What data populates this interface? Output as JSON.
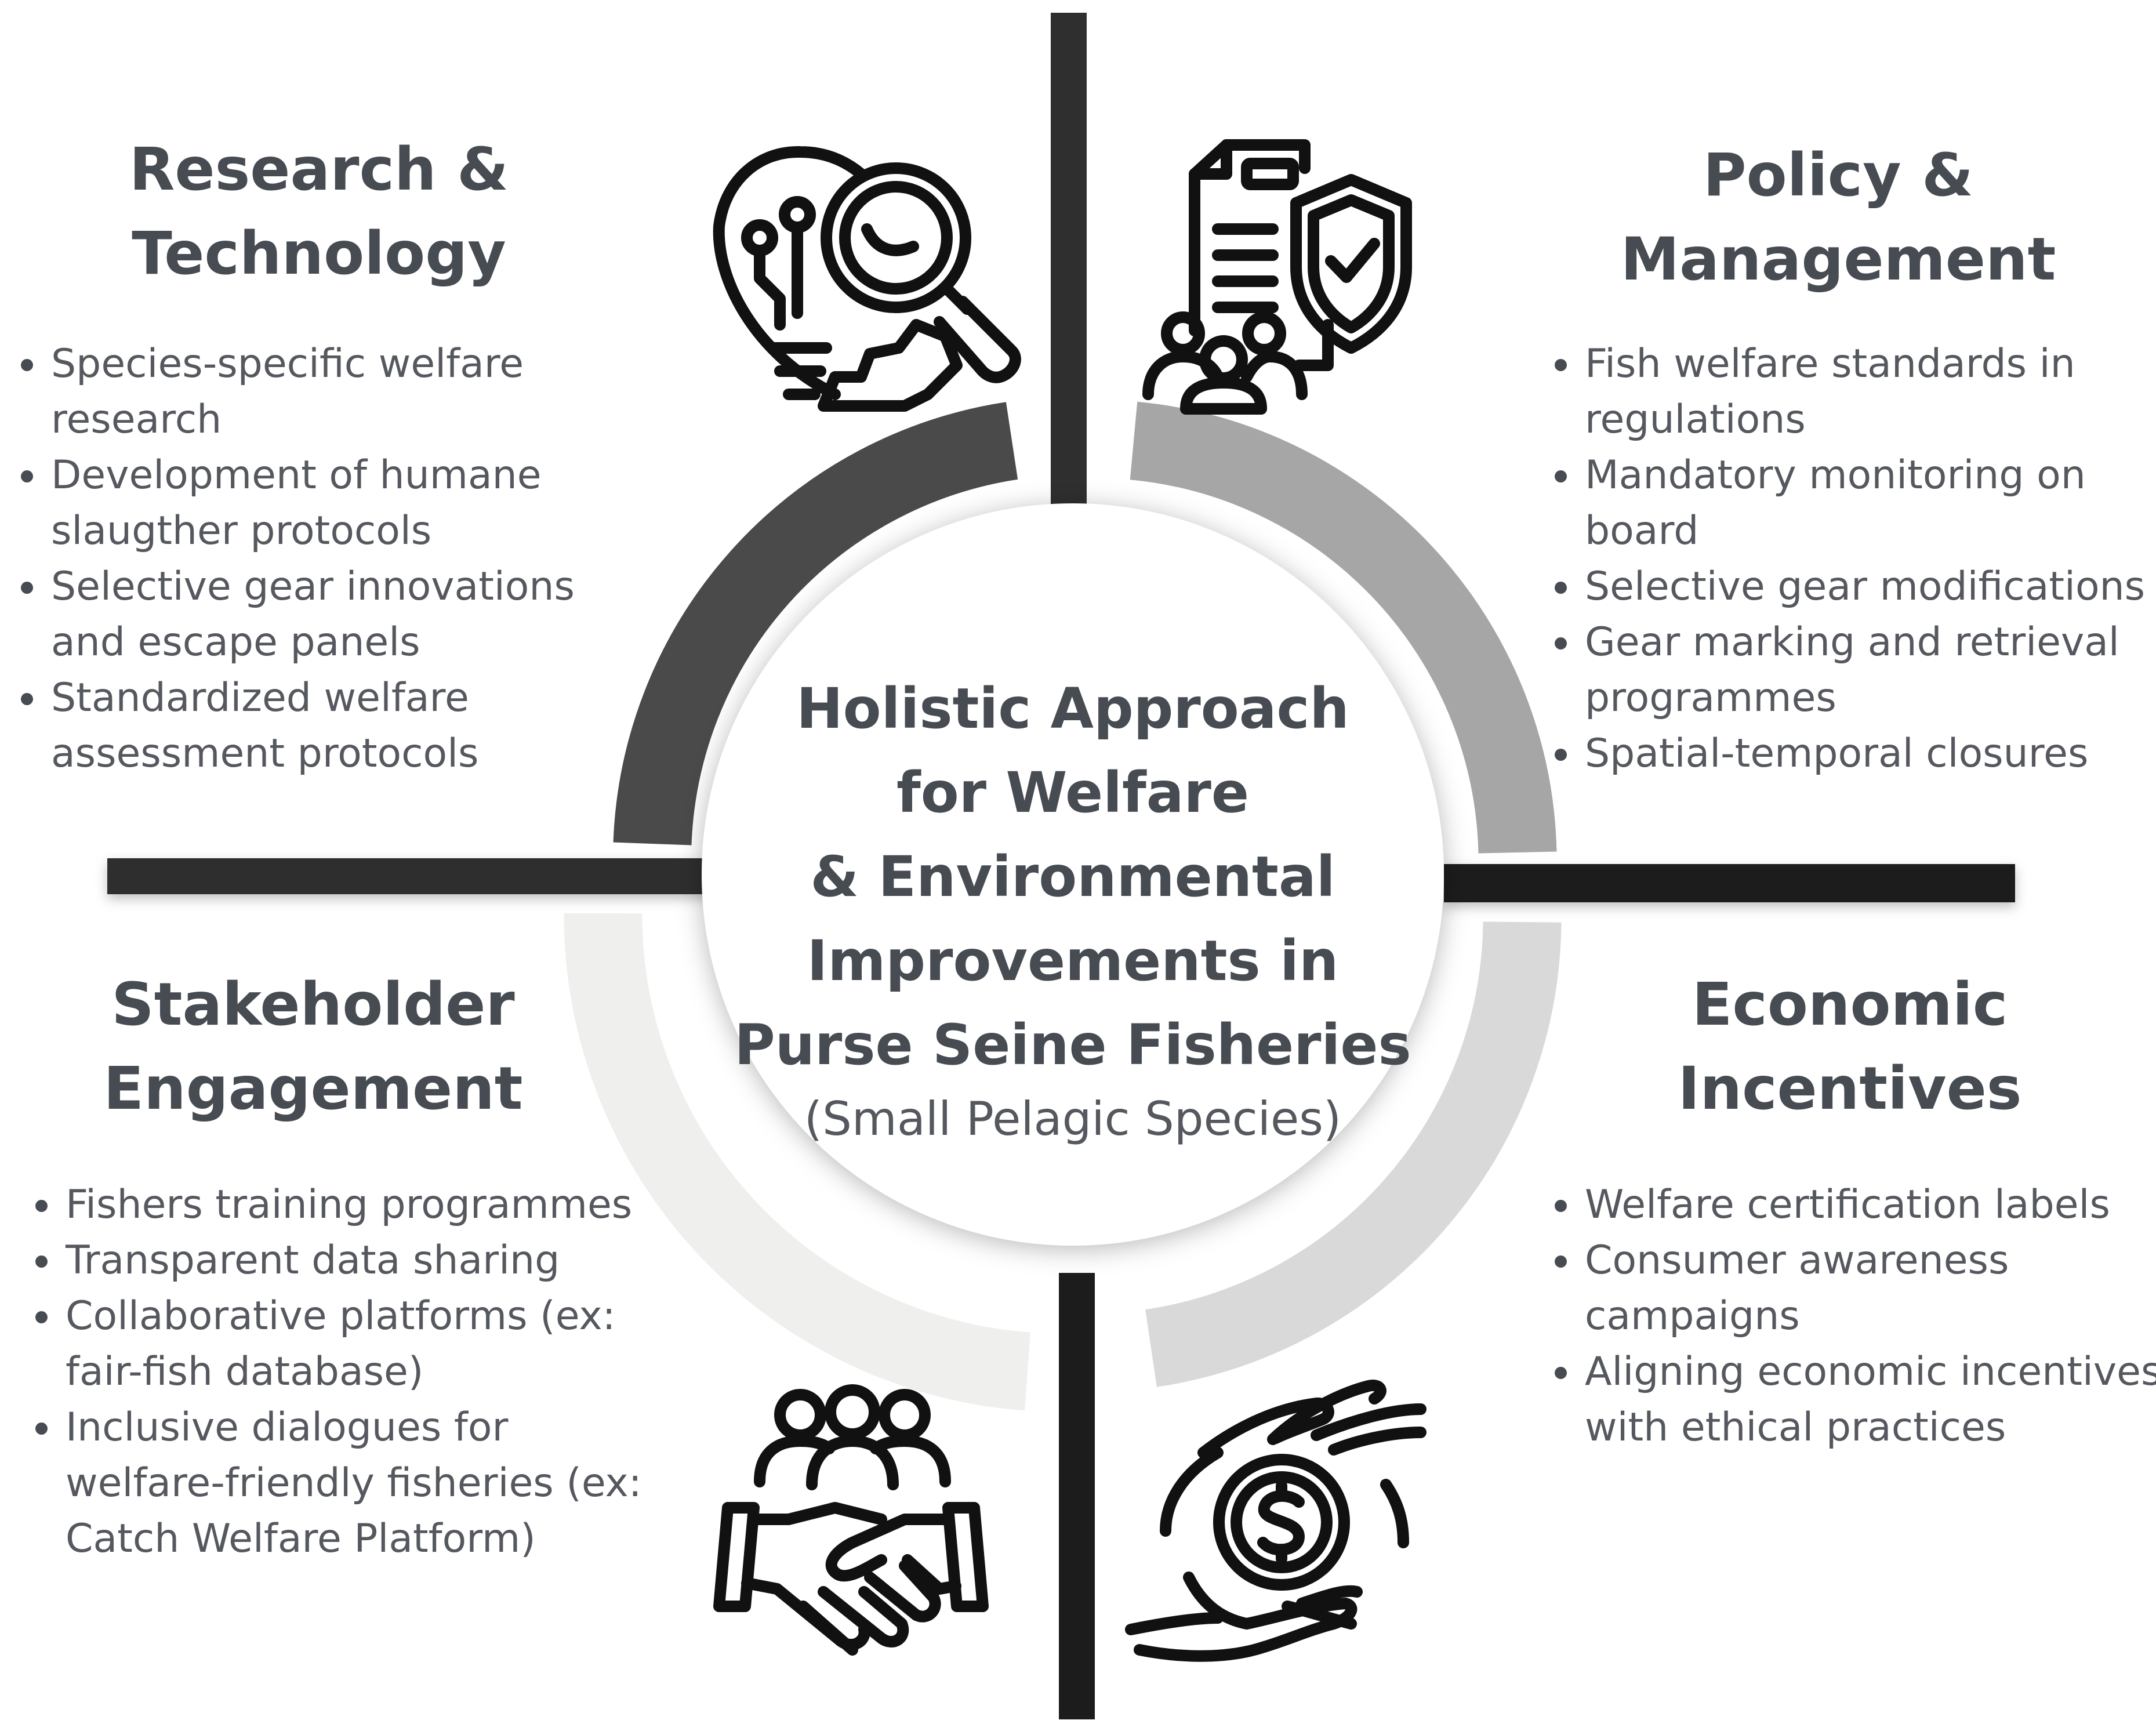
{
  "center": {
    "title_lines": [
      "Holistic Approach",
      "for Welfare",
      "& Environmental",
      "Improvements in",
      "Purse Seine Fisheries"
    ],
    "subtitle": "(Small Pelagic Species)"
  },
  "quadrants": {
    "research": {
      "title_lines": [
        "Research &",
        "Technology"
      ],
      "items": [
        "Species-specific welfare research",
        "Development of humane slaugther protocols",
        "Selective gear innovations and escape panels",
        "Standardized welfare assessment protocols"
      ],
      "icon": "lightbulb-magnifier-gear-icon",
      "ring_color": "#4a4a4a"
    },
    "policy": {
      "title_lines": [
        "Policy &",
        "Management"
      ],
      "items": [
        "Fish welfare standards in regulations",
        "Mandatory monitoring on board",
        "Selective gear modifications",
        "Gear marking and retrieval programmes",
        "Spatial-temporal closures"
      ],
      "icon": "document-shield-people-icon",
      "ring_color": "#a6a6a6"
    },
    "stakeholder": {
      "title_lines": [
        "Stakeholder",
        "Engagement"
      ],
      "items": [
        "Fishers training programmes",
        "Transparent data sharing",
        "Collaborative platforms (ex: fair-fish database)",
        "Inclusive dialogues for welfare-friendly fisheries (ex: Catch Welfare Platform)"
      ],
      "icon": "group-handshake-icon",
      "ring_color": "#efefed"
    },
    "economic": {
      "title_lines": [
        "Economic",
        "Incentives"
      ],
      "items": [
        "Welfare certification labels",
        "Consumer awareness campaigns",
        "Aligning economic incentives with ethical practices"
      ],
      "icon": "hands-coin-dollar-icon",
      "ring_color": "#d9d9d9"
    }
  }
}
